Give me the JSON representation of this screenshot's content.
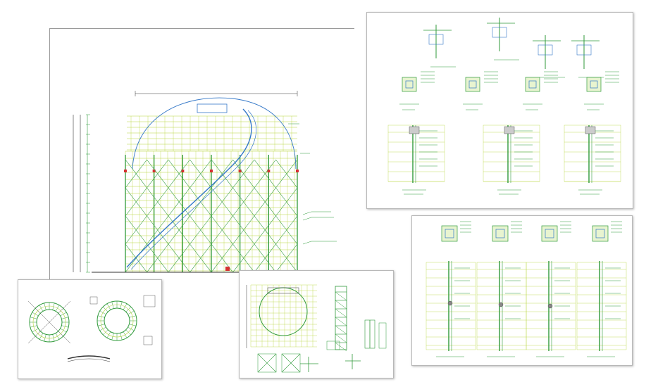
{
  "colors": {
    "green": "#2f9a3a",
    "lime": "#b7d63a",
    "red": "#d63030",
    "blue": "#3478c8",
    "black": "#333333",
    "gray": "#9a9a9a",
    "magenta": "#c040a0"
  },
  "main_drawing": {
    "title_label": "",
    "columns": 7,
    "bays": 8
  },
  "sheets": [
    {
      "name": "main-elevation-sheet",
      "content": "scaffold-elevation-with-spiral-stair"
    },
    {
      "name": "detail-sheet-top-right",
      "content": "connection-and-column-details"
    },
    {
      "name": "detail-sheet-bottom-right",
      "content": "column-section-details"
    },
    {
      "name": "plan-sheet-bottom-left",
      "content": "circular-plan-views"
    },
    {
      "name": "section-sheet-bottom-middle",
      "content": "section-and-tower-details"
    }
  ]
}
